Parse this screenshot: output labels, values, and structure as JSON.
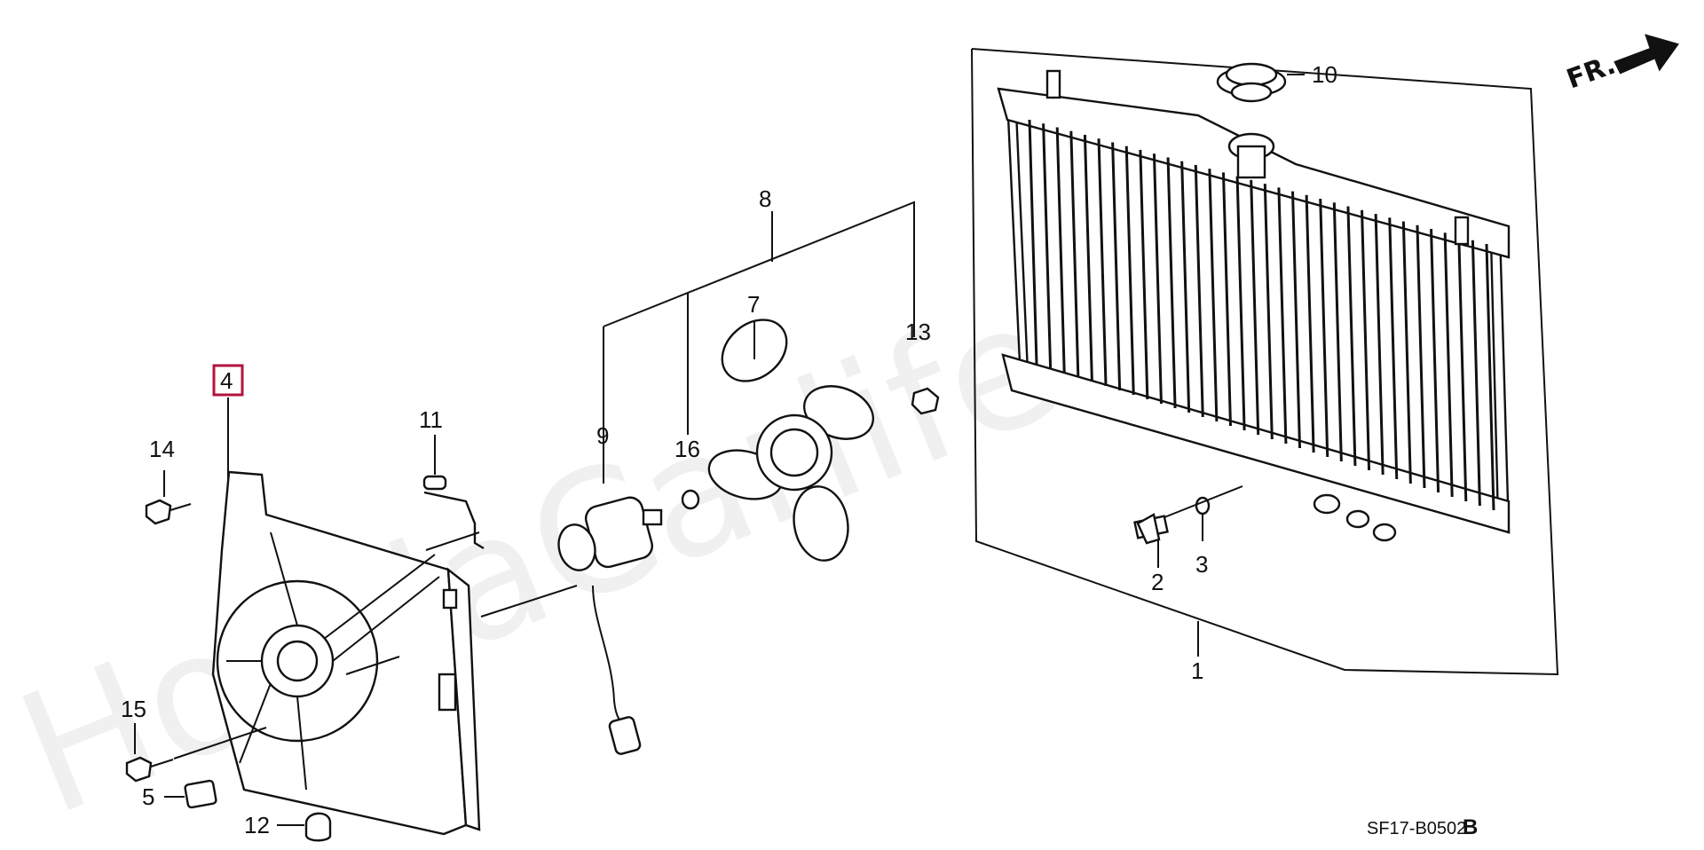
{
  "watermark": "HondaCarlife.ru",
  "diagram_code": "SF17-B0502",
  "diagram_suffix": "B",
  "direction_label": "FR.",
  "highlight_color": "#b0143c",
  "callouts": {
    "c1": "1",
    "c2": "2",
    "c3": "3",
    "c4": "4",
    "c5": "5",
    "c7": "7",
    "c8": "8",
    "c9": "9",
    "c10": "10",
    "c11": "11",
    "c12": "12",
    "c13": "13",
    "c14": "14",
    "c15": "15",
    "c16": "16"
  }
}
